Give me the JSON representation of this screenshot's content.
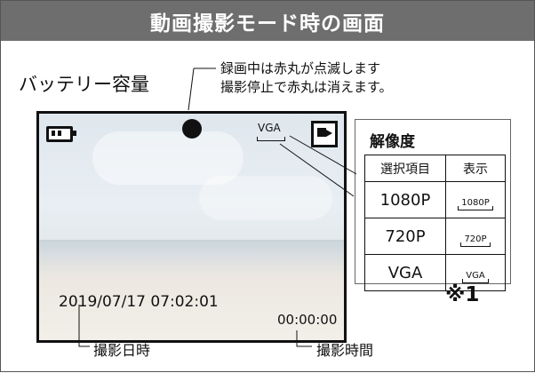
{
  "header": {
    "title": "動画撮影モード時の画面"
  },
  "callouts": {
    "battery": "バッテリー容量",
    "recording_line1": "録画中は赤丸が点滅します",
    "recording_line2": "撮影停止で赤丸は消えます。",
    "datetime": "撮影日時",
    "elapsed": "撮影時間"
  },
  "screen": {
    "resolution_label": "VGA",
    "datetime": "2019/07/17 07:02:01",
    "timer": "00:00:00",
    "battery_level": 2
  },
  "panel": {
    "title": "解像度",
    "headers": [
      "選択項目",
      "表示"
    ],
    "rows": [
      {
        "label": "1080P",
        "icon": "1080P"
      },
      {
        "label": "720P",
        "icon": "720P"
      },
      {
        "label": "VGA",
        "icon": "VGA"
      }
    ]
  },
  "note": "※1",
  "icons": [
    "battery-icon",
    "recording-dot-icon",
    "resolution-icon",
    "film-mode-icon"
  ]
}
